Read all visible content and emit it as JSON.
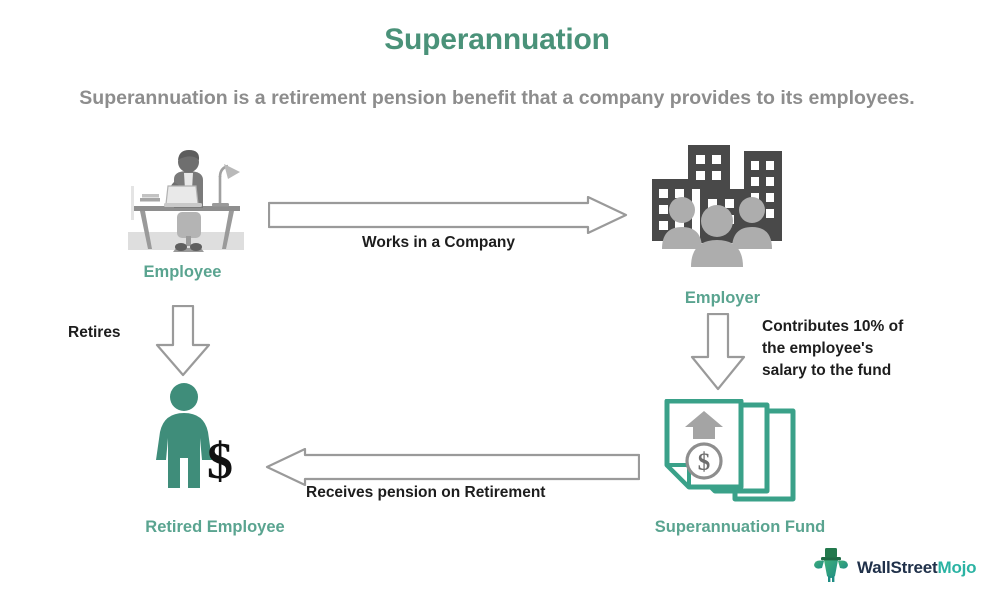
{
  "page": {
    "title": "Superannuation",
    "subtitle": "Superannuation is a retirement pension benefit that a company provides to its employees.",
    "background_color": "#ffffff",
    "title_color": "#4a9279",
    "subtitle_color": "#8d8d8d",
    "node_label_color": "#5aa490",
    "arrow_label_color": "#1d1d1d",
    "arrow_outline_color": "#9a9a9a",
    "accent_teal": "#3f8d7a"
  },
  "nodes": [
    {
      "id": "employee",
      "label": "Employee",
      "icon": "person-at-desk-with-laptop-icon",
      "style": "grayscale-illustration"
    },
    {
      "id": "employer",
      "label": "Employer",
      "icon": "office-buildings-with-people-icon",
      "style": "dark-gray-buildings-light-gray-people"
    },
    {
      "id": "superannuation-fund",
      "label": "Superannuation Fund",
      "icon": "documents-with-dollar-coin-and-up-arrow-icon",
      "style": "teal-outline"
    },
    {
      "id": "retired-employee",
      "label": "Retired Employee",
      "icon": "standing-person-with-dollar-sign-icon",
      "style": "solid-teal-silhouette"
    }
  ],
  "arrows": [
    {
      "id": "works-in-a-company",
      "label": "Works in a Company",
      "direction": "right",
      "from": "employee",
      "to": "employer"
    },
    {
      "id": "retires",
      "label": "Retires",
      "direction": "down",
      "from": "employee",
      "to": "retired-employee"
    },
    {
      "id": "contributes",
      "label": "Contributes 10% of the employee's salary to the fund",
      "label_lines": [
        "Contributes 10% of",
        "the employee's",
        "salary to the fund"
      ],
      "direction": "down",
      "from": "employer",
      "to": "superannuation-fund"
    },
    {
      "id": "receives-pension",
      "label": "Receives pension on Retirement",
      "direction": "left",
      "from": "superannuation-fund",
      "to": "retired-employee"
    }
  ],
  "logo": {
    "name": "wallstreetmojo-logo",
    "text_primary": "WallStreet",
    "text_accent": "Mojo",
    "mark": "flexing-mascot-with-top-hat-icon",
    "primary_color": "#20314a",
    "accent_color": "#2bb3a3"
  }
}
